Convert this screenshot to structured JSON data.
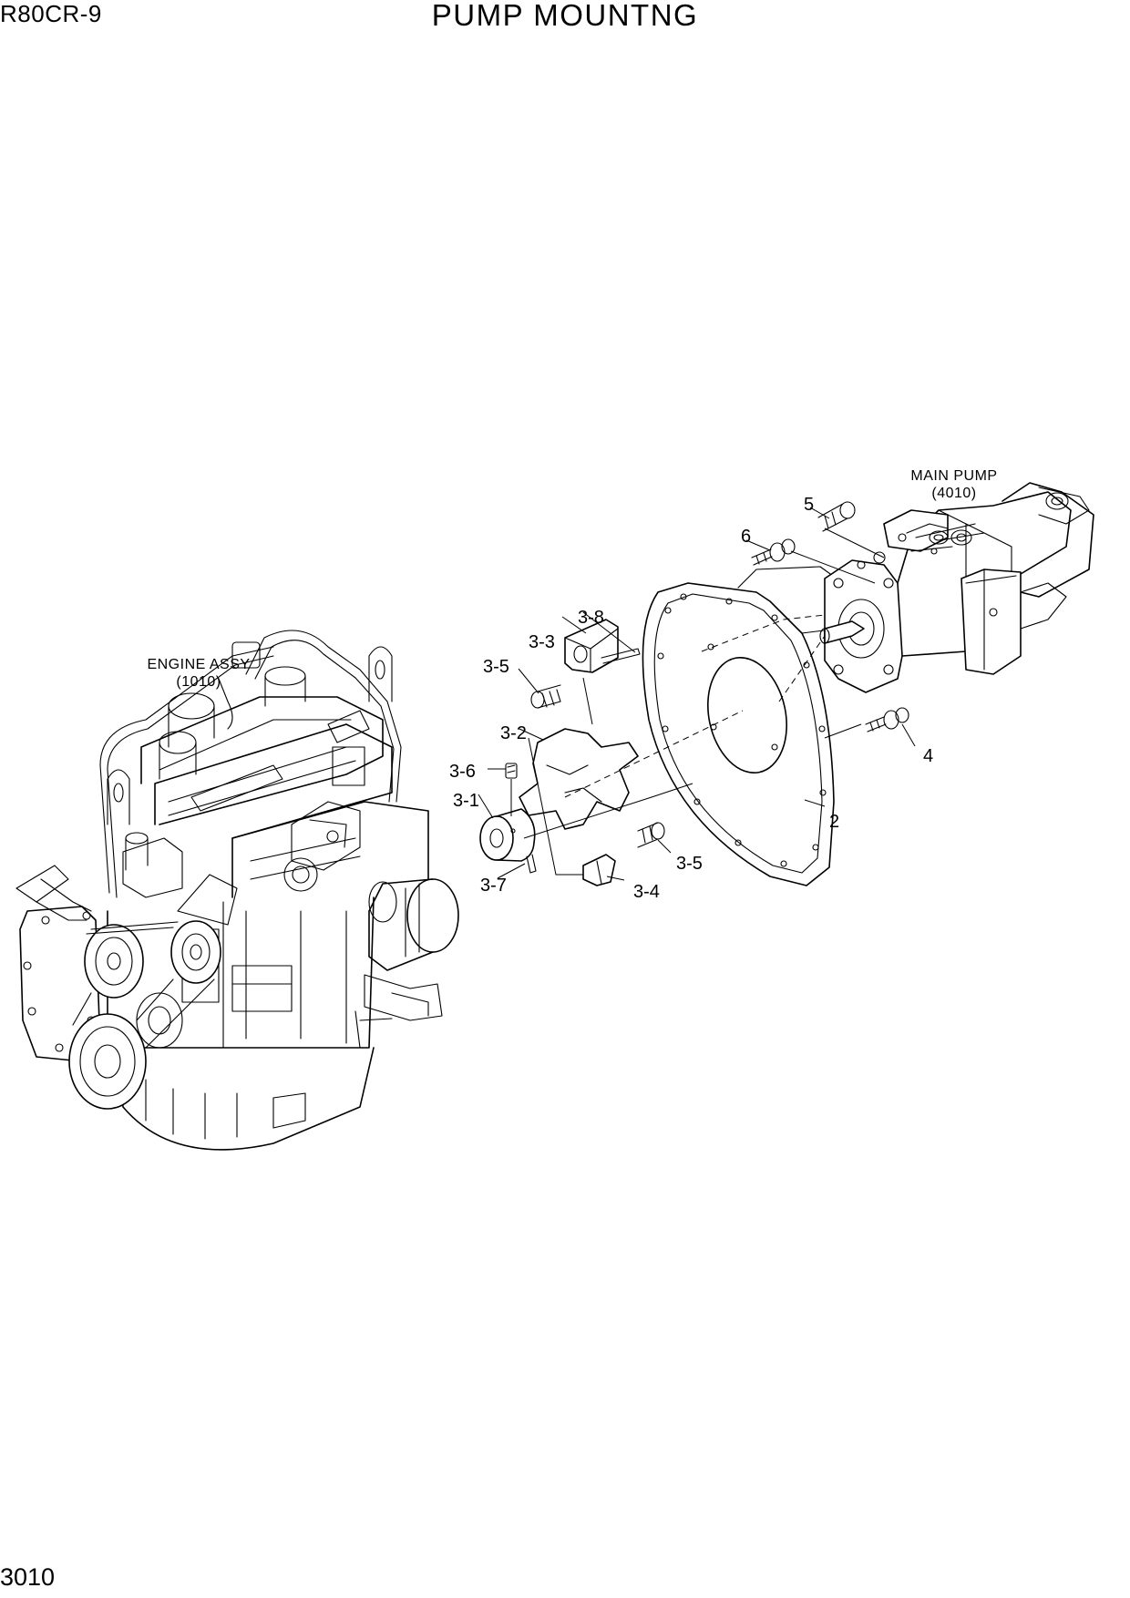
{
  "header": {
    "model": "R80CR-9",
    "title": "PUMP MOUNTNG"
  },
  "footer": {
    "page_number": "3010"
  },
  "assemblies": {
    "engine": {
      "name": "ENGINE ASSY",
      "ref": "(1010)"
    },
    "main_pump": {
      "name": "MAIN PUMP",
      "ref": "(4010)"
    }
  },
  "callouts": {
    "c2": "2",
    "c3_1": "3-1",
    "c3_2": "3-2",
    "c3_3": "3-3",
    "c3_4": "3-4",
    "c3_5_upper": "3-5",
    "c3_5_lower": "3-5",
    "c3_6": "3-6",
    "c3_7": "3-7",
    "c3_8": "3-8",
    "c4": "4",
    "c5": "5",
    "c6": "6"
  }
}
